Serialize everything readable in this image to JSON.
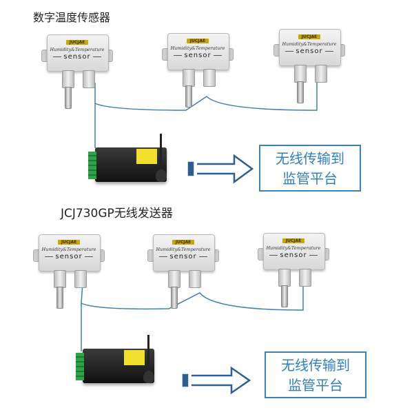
{
  "top_caption": "数字温度传感器",
  "sender_caption": "JCJ730GP无线发送器",
  "sensor": {
    "logo": "JUCJAE",
    "subtitle": "Humidity&Temperature",
    "label": "sensor"
  },
  "platform": {
    "line1": "无线传输到",
    "line2": "监管平台"
  },
  "colors": {
    "wire": "#3a7fb8",
    "arrow": "#2c5f94",
    "platform_text": "#2f7fc0"
  }
}
